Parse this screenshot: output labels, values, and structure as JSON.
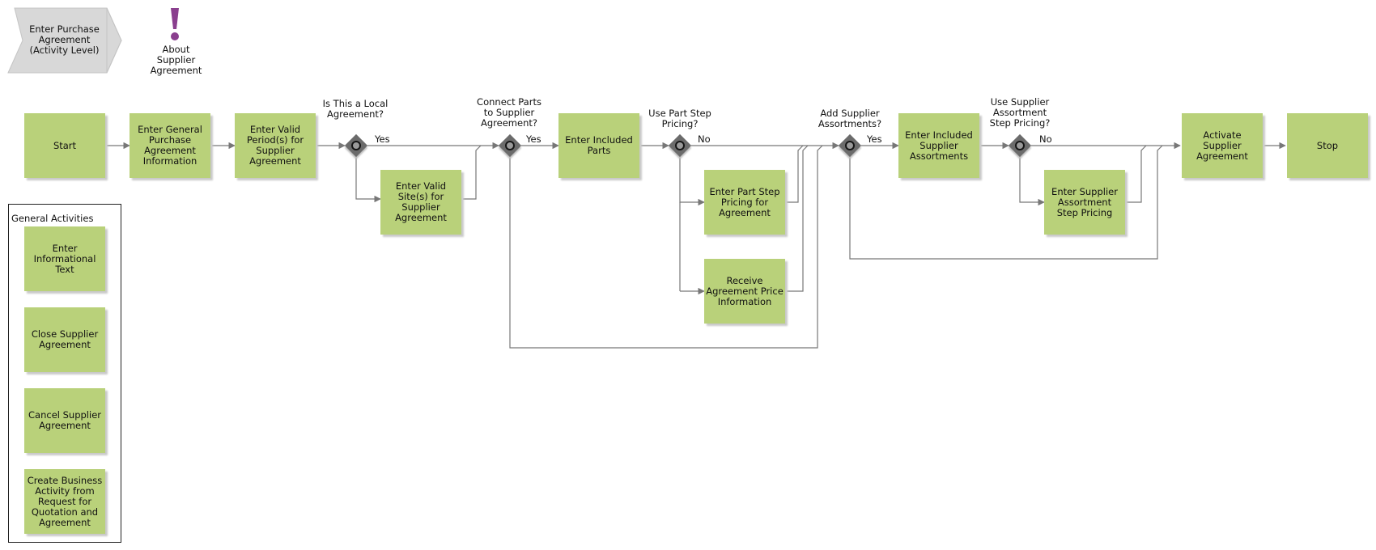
{
  "navigation": {
    "chevron_label": "Enter Purchase Agreement (Activity Level)",
    "about_label": "About Supplier Agreement",
    "about_icon": "exclamation-icon",
    "about_icon_color": "#8a3f8e"
  },
  "colors": {
    "activity": "#b9d17a",
    "gateway": "#6b6b6b",
    "connector": "#777777",
    "chevron": "#d8d8d8"
  },
  "steps": {
    "start": "Start",
    "enter_general": "Enter General Purchase Agreement Information",
    "enter_valid_period": "Enter Valid Period(s) for Supplier Agreement",
    "enter_valid_sites": "Enter Valid Site(s) for Supplier Agreement",
    "enter_included_parts": "Enter Included Parts",
    "enter_part_step_pricing": "Enter Part Step Pricing for Agreement",
    "receive_price_info": "Receive Agreement Price Information",
    "enter_included_assortments": "Enter Included Supplier Assortments",
    "enter_assortment_step_pricing": "Enter Supplier Assortment Step Pricing",
    "activate": "Activate Supplier Agreement",
    "stop": "Stop"
  },
  "gateways": {
    "local": {
      "question": "Is This a Local Agreement?",
      "branch": "Yes"
    },
    "connect_parts": {
      "question": "Connect Parts to Supplier Agreement?",
      "branch": "Yes"
    },
    "part_step": {
      "question": "Use Part Step Pricing?",
      "branch": "No"
    },
    "add_assortments": {
      "question": "Add Supplier Assortments?",
      "branch": "Yes"
    },
    "assortment_step": {
      "question": "Use Supplier Assortment Step Pricing?",
      "branch": "No"
    }
  },
  "general_activities": {
    "title": "General Activities",
    "items": [
      "Enter Informational Text",
      "Close Supplier Agreement",
      "Cancel Supplier Agreement",
      "Create Business Activity from Request for Quotation and Agreement"
    ]
  }
}
